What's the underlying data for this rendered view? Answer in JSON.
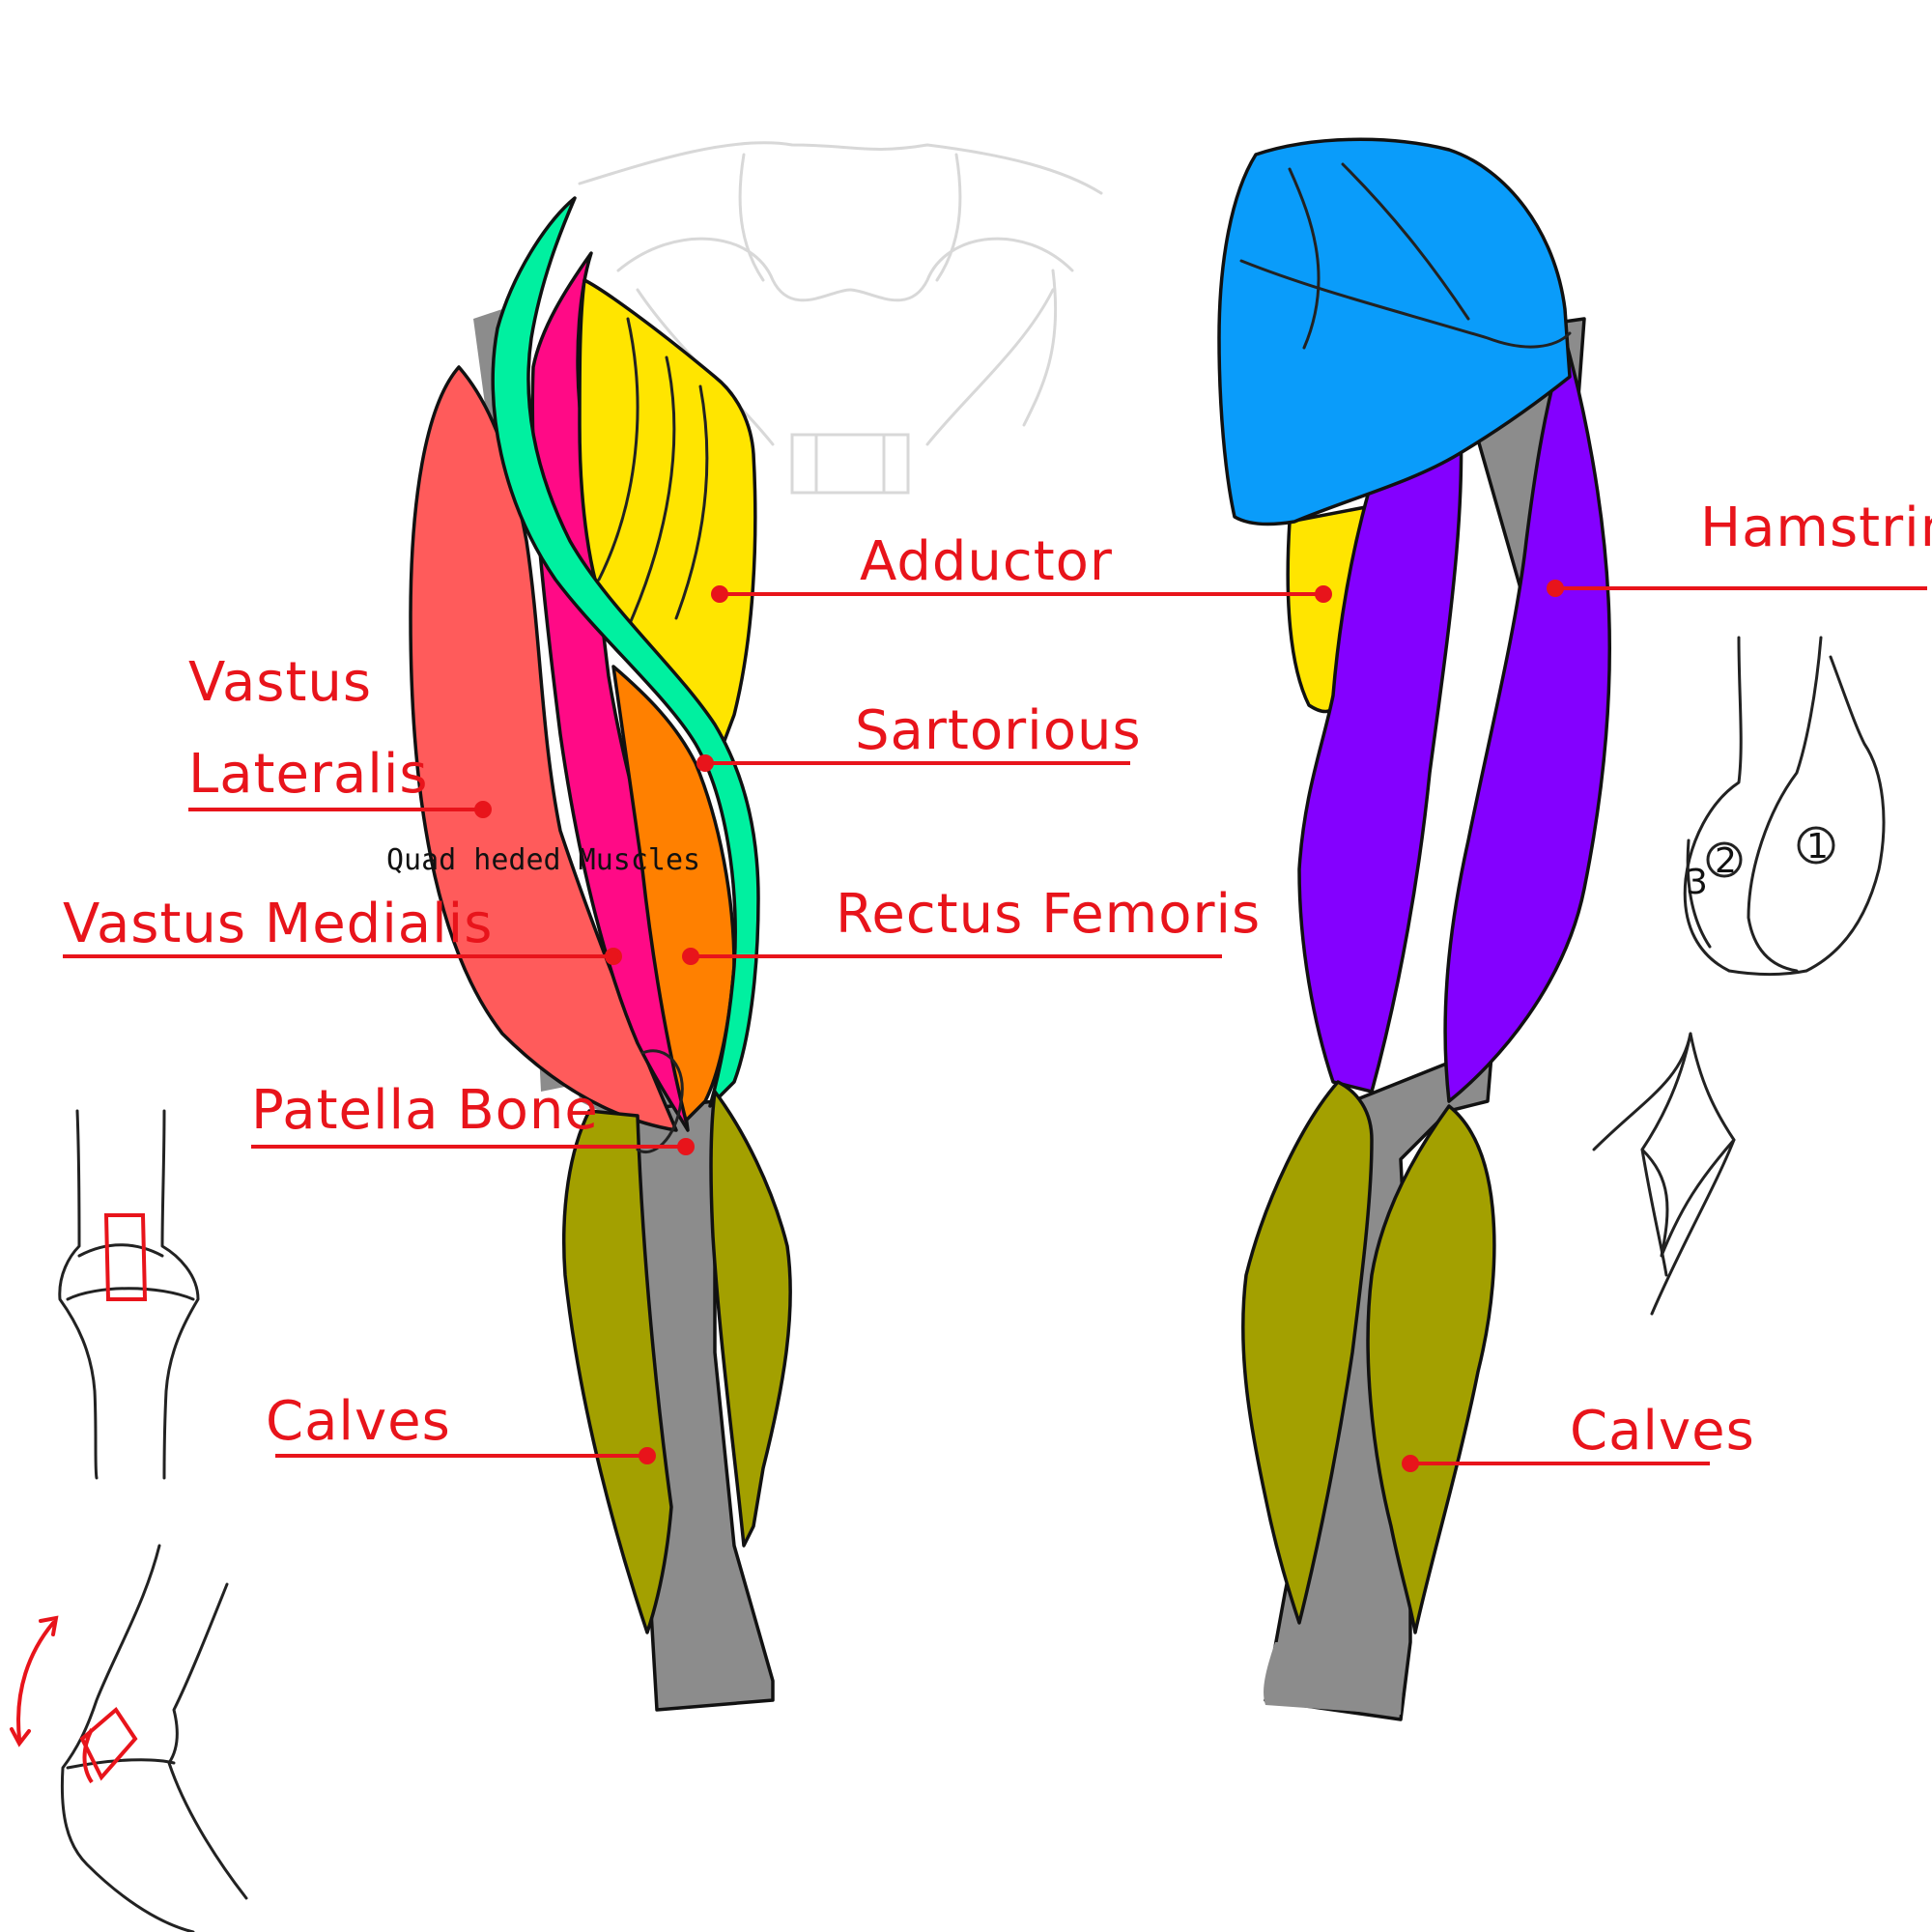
{
  "colors": {
    "label_red": "#e8141b",
    "adductor": "#ffe500",
    "sartorius": "#00f0a0",
    "vastus_lateralis": "#ff5b5b",
    "vastus_medialis": "#ff0a86",
    "rectus_femoris": "#ff8000",
    "calves": "#a3a000",
    "bone": "#8c8c8c",
    "glute": "#0a9cfa",
    "hamstring": "#8400ff"
  },
  "labels": {
    "adductor": "Adductor",
    "sartorius": "Sartorious",
    "vastus_lateralis_line1": "Vastus",
    "vastus_lateralis_line2": "Lateralis",
    "vastus_medialis": "Vastus   Medialis",
    "rectus_femoris": "Rectus   Femoris",
    "patella": "Patella Bone",
    "calves_front": "Calves",
    "hamstring": "Hamstring",
    "calves_back": "Calves"
  },
  "note": "Quad heded Muscles",
  "side_numbers": [
    "1",
    "2",
    "3"
  ]
}
